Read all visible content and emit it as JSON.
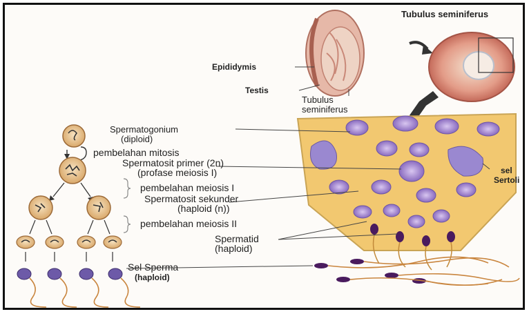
{
  "labels": {
    "tubulus_seminiferus_top": "Tubulus seminiferus",
    "epididymis": "Epididymis",
    "testis": "Testis",
    "tubulus_seminiferus_mid_1": "Tubulus",
    "tubulus_seminiferus_mid_2": "seminiferus",
    "spermatogonium_1": "Spermatogonium",
    "spermatogonium_2": "(diploid)",
    "mitosis": "pembelahan mitosis",
    "spermatosit_primer_1": "Spermatosit primer (2n)",
    "spermatosit_primer_2": "(profase meiosis I)",
    "meiosis_1": "pembelahan meiosis I",
    "spermatosit_sekunder_1": "Spermatosit sekunder",
    "spermatosit_sekunder_2": "(haploid (n))",
    "meiosis_2": "pembelahan meiosis II",
    "spermatid_1": "Spermatid",
    "spermatid_2": "(haploid)",
    "sel_sperma_1": "Sel Sperma",
    "sel_sperma_2": "(haploid)",
    "sertoli_1": "sel",
    "sertoli_2": "Sertoli"
  },
  "colors": {
    "tissue": "#f2c870",
    "nucleus": "#9a7fc9",
    "sperm_head": "#4a1b5e",
    "cell_fill": "#e9c79a",
    "tubule_pink": "#e8a6a0"
  }
}
